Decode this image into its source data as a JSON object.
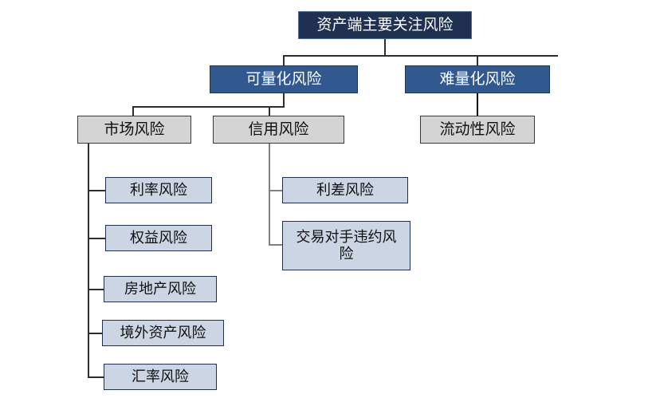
{
  "diagram": {
    "title": "资产端主要关注风险",
    "type": "hierarchy-tree",
    "colors": {
      "root_fill": "#1F3050",
      "root_border": "#4A6C9B",
      "level1_fill": "#31588F",
      "level1_border": "#20354F",
      "level2_fill": "#D4D4D4",
      "level2_border": "#3A3A3A",
      "leaf_fill": "#CCD5E4",
      "leaf_border": "#1F3050",
      "connector_dark": "#2E2E2E",
      "connector_gray": "#808080",
      "background": "#FFFFFF"
    },
    "nodes": {
      "root": {
        "label": "资产端主要关注风险",
        "level": 0
      },
      "quantifiable": {
        "label": "可量化风险",
        "level": 1
      },
      "hard_to_quantify": {
        "label": "难量化风险",
        "level": 1
      },
      "market_risk": {
        "label": "市场风险",
        "level": 2
      },
      "credit_risk": {
        "label": "信用风险",
        "level": 2
      },
      "liquidity_risk": {
        "label": "流动性风险",
        "level": 2
      },
      "market_children": [
        {
          "label": "利率风险"
        },
        {
          "label": "权益风险"
        },
        {
          "label": "房地产风险"
        },
        {
          "label": "境外资产风险"
        },
        {
          "label": "汇率风险"
        }
      ],
      "credit_children": [
        {
          "label": "利差风险"
        },
        {
          "label": "交易对手违约风\n险"
        }
      ]
    }
  }
}
